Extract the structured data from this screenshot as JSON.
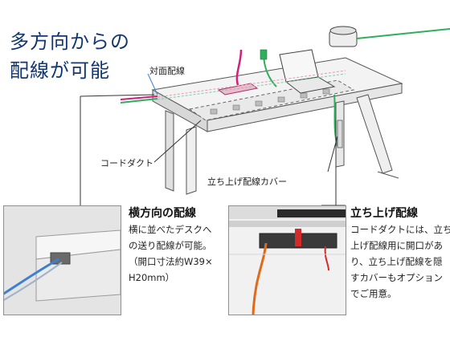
{
  "headline": {
    "line1": "多方向からの",
    "line2": "配線が可能"
  },
  "callouts": {
    "face_wiring": "対面配線",
    "cord_duct": "コードダクト",
    "riser_cover": "立ち上げ配線カバー"
  },
  "panel_left": {
    "title": "横方向の配線",
    "lines": [
      "横に並べたデスクへ",
      "の送り配線が可能。",
      "（開口寸法約W39×",
      "H20mm）"
    ]
  },
  "panel_right": {
    "title": "立ち上げ配線",
    "lines": [
      "コードダクトには、立ち",
      "上げ配線用に開口があ",
      "り、立ち上げ配線を隠",
      "すカバーもオプション",
      "でご用意。"
    ]
  },
  "colors": {
    "headline": "#12366f",
    "cable_blue": "#3f7fd0",
    "cable_green": "#2fae5c",
    "cable_magenta": "#d0207a",
    "cable_orange": "#e06a1a"
  }
}
